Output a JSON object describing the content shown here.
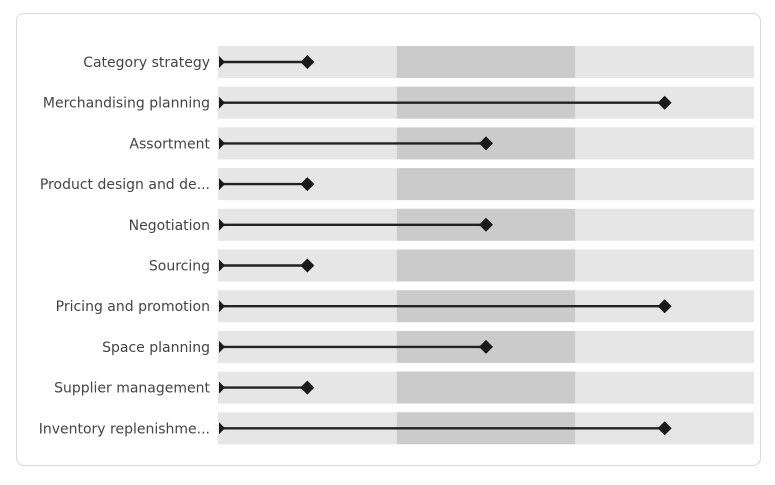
{
  "chart_data": {
    "type": "bar",
    "subtype": "bullet-with-range-bands",
    "categories": [
      "Category strategy",
      "Merchandising planning",
      "Assortment",
      "Product design and de...",
      "Negotiation",
      "Sourcing",
      "Pricing and promotion",
      "Space planning",
      "Supplier management",
      "Inventory replenishme..."
    ],
    "values": [
      1,
      5,
      3,
      1,
      3,
      1,
      5,
      3,
      1,
      5
    ],
    "xlim": [
      0,
      6
    ],
    "bands": [
      {
        "from": 0,
        "to": 2,
        "color": "#e6e6e6"
      },
      {
        "from": 2,
        "to": 4,
        "color": "#cbcbcb"
      },
      {
        "from": 4,
        "to": 6,
        "color": "#e6e6e6"
      }
    ],
    "colors": {
      "line": "#222222",
      "marker": "#1a1a1a",
      "label": "#444444"
    },
    "grid": false,
    "legend": "none"
  }
}
